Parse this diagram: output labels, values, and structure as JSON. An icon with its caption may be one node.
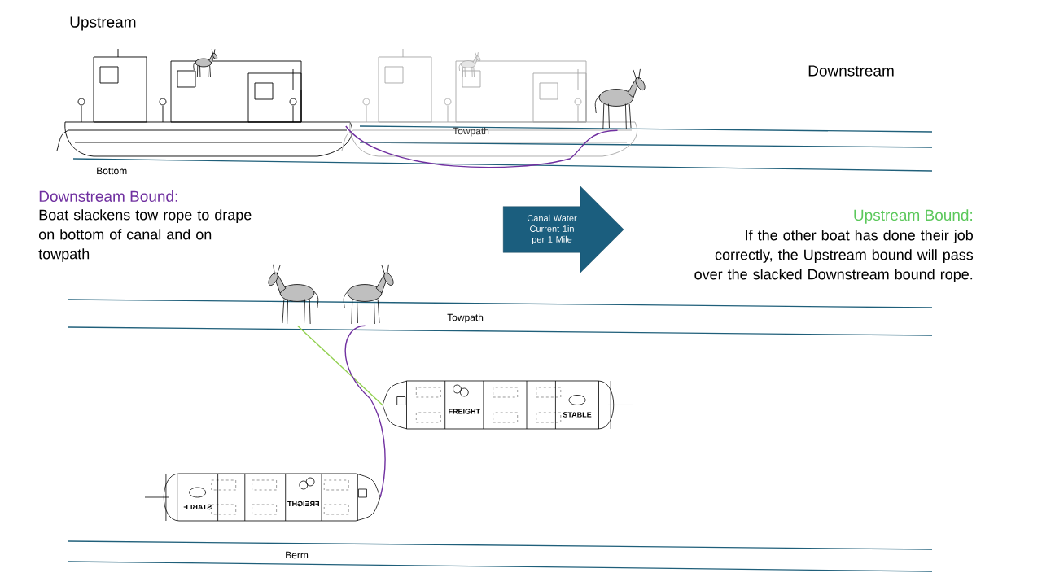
{
  "diagram": {
    "nodes": [
      {
        "text": [
          "Canal Water Current 1in per 1 Mile"
        ]
      },
      {
        "text": [],
        "shape": "picture"
      },
      {
        "text": [],
        "shape": "picture"
      },
      {
        "text": [],
        "shape": "picture"
      },
      {
        "text": [],
        "shape": "picture"
      },
      {
        "text": [],
        "shape": "picture"
      },
      {
        "text": [
          "FREIGHT",
          "STABLE"
        ]
      },
      {
        "text": [
          "FREIGHT",
          "STABLE"
        ]
      }
    ],
    "edges": [
      {
        "from": 2,
        "to": 3,
        "arrow": "none"
      },
      {
        "from": 4,
        "to": 6,
        "arrow": "none",
        "color": "#92d050"
      },
      {
        "from": 5,
        "to": 7,
        "arrow": "none"
      }
    ],
    "labels": [
      "Upstream",
      "Downstream",
      "Towpath",
      "Bottom",
      "Downstream Bound:",
      "Boat slackens tow rope to drape on bottom of canal and on towpath",
      "Upstream Bound:",
      "If the other boat has done their job correctly, the Upstream bound will pass over the slacked Downstream bound rope.",
      "Towpath",
      "Berm"
    ]
  }
}
